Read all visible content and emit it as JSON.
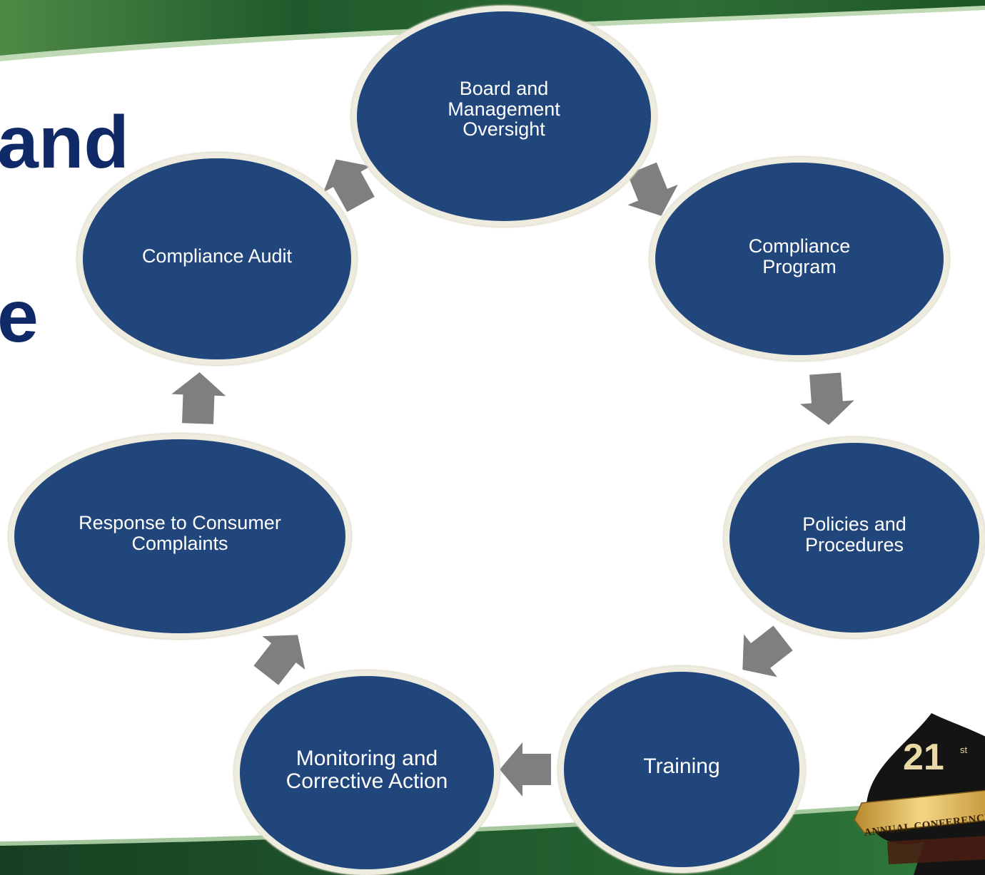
{
  "slide": {
    "title_line_1": "and",
    "title_line_2": "e"
  },
  "cycle": {
    "nodes": [
      {
        "id": "board",
        "label": "Board and\nManagement\nOversight"
      },
      {
        "id": "program",
        "label": "Compliance\nProgram"
      },
      {
        "id": "policies",
        "label": "Policies and\nProcedures"
      },
      {
        "id": "training",
        "label": "Training"
      },
      {
        "id": "monitoring",
        "label": "Monitoring and\nCorrective Action"
      },
      {
        "id": "complaints",
        "label": "Response to Consumer\nComplaints"
      },
      {
        "id": "audit",
        "label": "Compliance Audit"
      }
    ],
    "colors": {
      "node_fill": "#21467b",
      "node_ring": "#eeebdf",
      "arrow": "#7f7f7f",
      "title": "#0f2a66",
      "band_green": "#1d5a2c"
    }
  },
  "logo": {
    "number": "21",
    "suffix": "st",
    "banner": "ANNUAL CONFERENCE"
  }
}
